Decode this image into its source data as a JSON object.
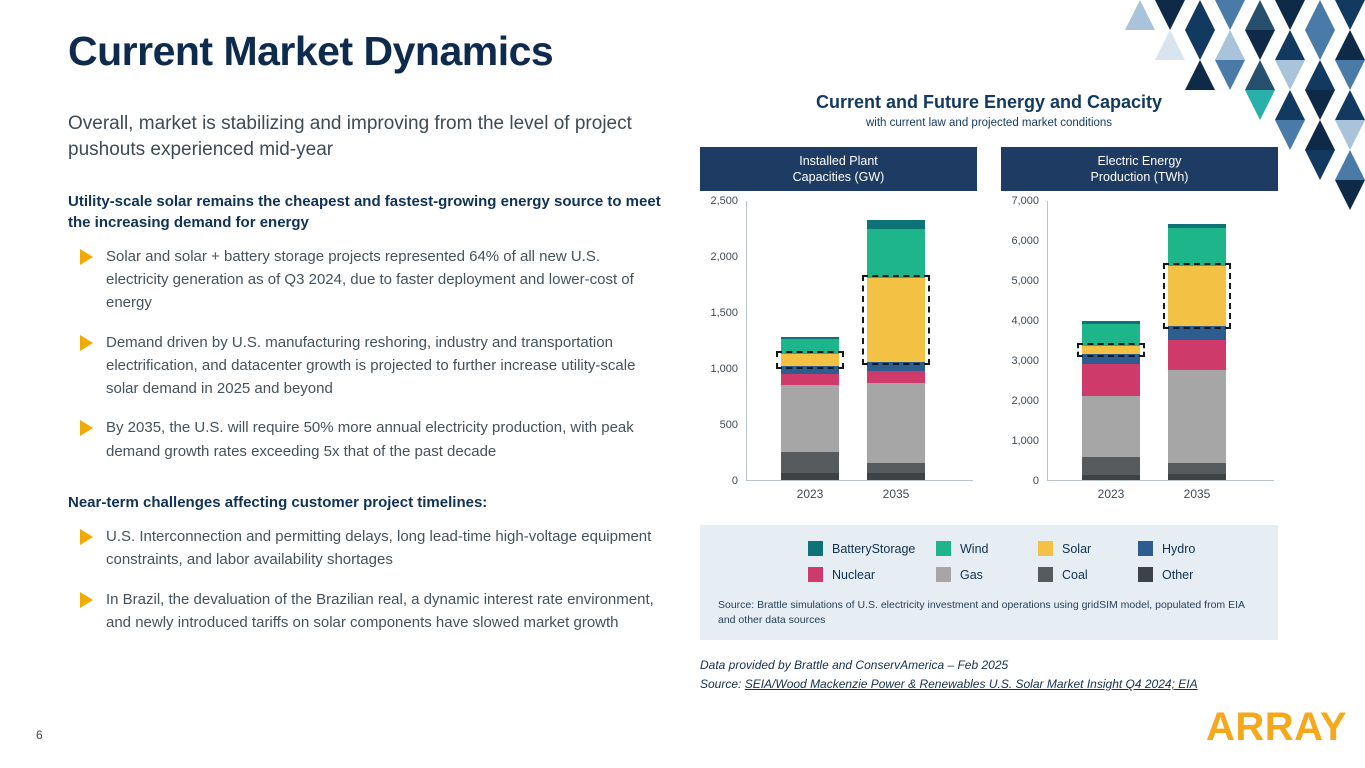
{
  "page": {
    "title": "Current Market Dynamics",
    "intro": "Overall, market is stabilizing and improving from the level of project pushouts experienced mid-year",
    "page_number": "6",
    "logo_text": "ARRAY"
  },
  "sections": [
    {
      "heading": "Utility-scale solar remains the cheapest and fastest-growing energy source to meet the increasing demand for energy",
      "bullets": [
        "Solar and solar + battery storage projects represented 64% of all new U.S. electricity generation as of Q3 2024, due to faster deployment and lower-cost of energy",
        "Demand driven by U.S. manufacturing reshoring, industry and transportation electrification, and datacenter growth is projected to further increase utility-scale solar demand in 2025 and beyond",
        "By 2035, the U.S. will require 50% more annual electricity production, with peak demand growth rates exceeding 5x that of the past decade"
      ]
    },
    {
      "heading": "Near-term challenges affecting customer project timelines:",
      "bullets": [
        "U.S. Interconnection and permitting delays, long lead-time high-voltage equipment constraints, and labor availability shortages",
        "In Brazil, the devaluation of the Brazilian real, a dynamic interest rate environment, and newly introduced tariffs on solar components have slowed market growth"
      ]
    }
  ],
  "chart_panel": {
    "title": "Current and Future Energy and Capacity",
    "subtitle": "with current law and projected market conditions",
    "source_note": "Source: Brattle simulations of U.S. electricity investment and operations using gridSIM model, populated from EIA and other data sources",
    "footnote1": "Data provided by Brattle and ConservAmerica – Feb 2025",
    "footnote2_prefix": "Source:  ",
    "footnote2_link": "SEIA/Wood Mackenzie Power & Renewables U.S. Solar Market Insight Q4 2024; EIA"
  },
  "legend": {
    "items": [
      {
        "label": "BatteryStorage",
        "color": "#0e7377"
      },
      {
        "label": "Wind",
        "color": "#1fb58a"
      },
      {
        "label": "Solar",
        "color": "#f3c144"
      },
      {
        "label": "Hydro",
        "color": "#2d5d8e"
      },
      {
        "label": "Nuclear",
        "color": "#ce3a69"
      },
      {
        "label": "Gas",
        "color": "#a6a6a6"
      },
      {
        "label": "Coal",
        "color": "#575b5e"
      },
      {
        "label": "Other",
        "color": "#3d4247"
      }
    ]
  },
  "chart_data": [
    {
      "type": "bar",
      "stacked": true,
      "title": "Installed Plant Capacities (GW)",
      "title_lines": [
        "Installed Plant",
        "Capacities (GW)"
      ],
      "categories": [
        "2023",
        "2035"
      ],
      "ylabel": "GW",
      "ylim": [
        0,
        2500
      ],
      "yticks": [
        0,
        500,
        1000,
        1500,
        2000,
        2500
      ],
      "highlight_series": "Solar",
      "series": [
        {
          "name": "Other",
          "values": [
            60,
            60
          ]
        },
        {
          "name": "Coal",
          "values": [
            190,
            90
          ]
        },
        {
          "name": "Gas",
          "values": [
            595,
            720
          ]
        },
        {
          "name": "Nuclear",
          "values": [
            100,
            100
          ]
        },
        {
          "name": "Hydro",
          "values": [
            70,
            80
          ]
        },
        {
          "name": "Solar",
          "values": [
            110,
            755
          ]
        },
        {
          "name": "Wind",
          "values": [
            130,
            435
          ]
        },
        {
          "name": "BatteryStorage",
          "values": [
            20,
            80
          ]
        }
      ]
    },
    {
      "type": "bar",
      "stacked": true,
      "title": "Electric Energy Production (TWh)",
      "title_lines": [
        "Electric Energy",
        "Production (TWh)"
      ],
      "categories": [
        "2023",
        "2035"
      ],
      "ylabel": "TWh",
      "ylim": [
        0,
        7000
      ],
      "yticks": [
        0,
        1000,
        2000,
        3000,
        4000,
        5000,
        6000,
        7000
      ],
      "highlight_series": "Solar",
      "series": [
        {
          "name": "Other",
          "values": [
            120,
            150
          ]
        },
        {
          "name": "Coal",
          "values": [
            450,
            270
          ]
        },
        {
          "name": "Gas",
          "values": [
            1520,
            2320
          ]
        },
        {
          "name": "Nuclear",
          "values": [
            800,
            750
          ]
        },
        {
          "name": "Hydro",
          "values": [
            250,
            350
          ]
        },
        {
          "name": "Solar",
          "values": [
            210,
            1500
          ]
        },
        {
          "name": "Wind",
          "values": [
            550,
            950
          ]
        },
        {
          "name": "BatteryStorage",
          "values": [
            75,
            100
          ]
        }
      ]
    }
  ]
}
